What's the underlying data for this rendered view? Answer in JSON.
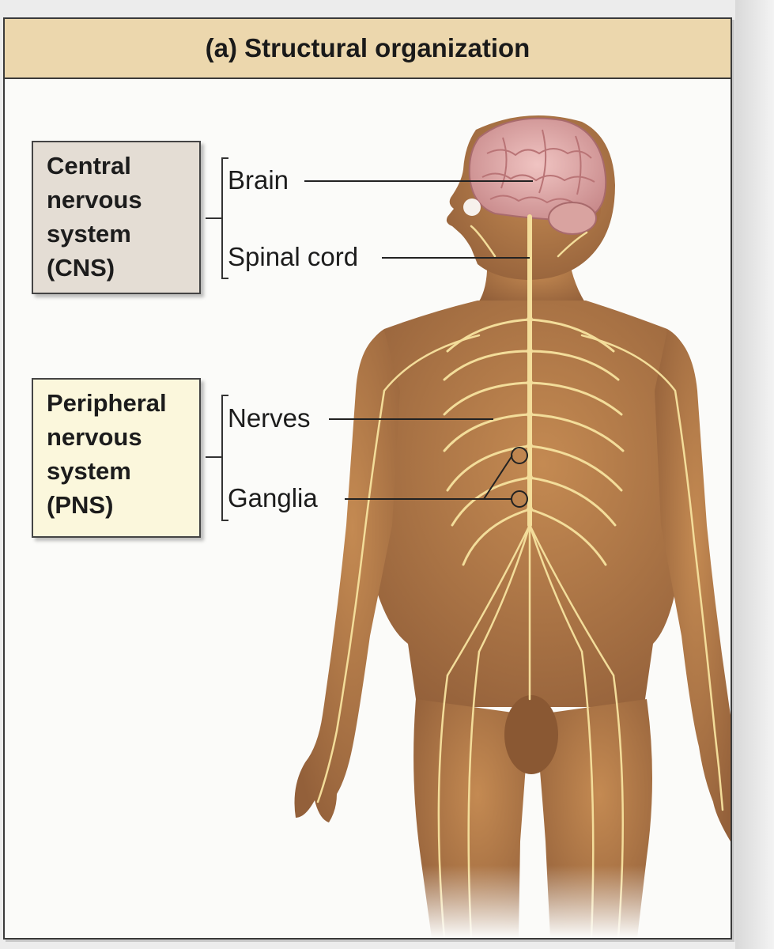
{
  "title": "(a) Structural organization",
  "cns": {
    "box_lines": [
      "Central",
      "nervous",
      "system",
      "(CNS)"
    ],
    "labels": {
      "brain": "Brain",
      "spinal_cord": "Spinal cord"
    }
  },
  "pns": {
    "box_lines": [
      "Peripheral",
      "nervous",
      "system",
      "(PNS)"
    ],
    "labels": {
      "nerves": "Nerves",
      "ganglia": "Ganglia"
    }
  },
  "colors": {
    "title_band": "#ecd7ad",
    "cns_box": "#e4ddd4",
    "pns_box": "#fbf7dc",
    "skin": "#b07a48",
    "nerve": "#f3dd9a",
    "brain": "#e3a6a6"
  }
}
